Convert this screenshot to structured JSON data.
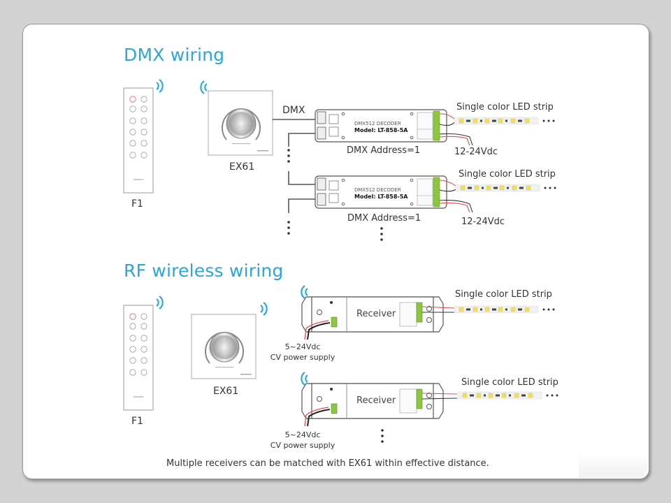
{
  "sections": {
    "dmx": {
      "title": "DMX wiring",
      "remote_label": "F1",
      "panel_label": "EX61",
      "bus_label": "DMX",
      "decoders": [
        {
          "name": "DMX512 DECODER",
          "model": "Model: LT-858-5A",
          "address": "DMX Address=1",
          "strip_label": "Single color LED strip",
          "power": "12-24Vdc"
        },
        {
          "name": "DMX512 DECODER",
          "model": "Model: LT-858-5A",
          "address": "DMX Address=1",
          "strip_label": "Single color LED strip",
          "power": "12-24Vdc"
        }
      ]
    },
    "rf": {
      "title": "RF wireless wiring",
      "remote_label": "F1",
      "panel_label": "EX61",
      "receivers": [
        {
          "name": "Receiver",
          "strip_label": "Single color LED strip",
          "power_line1": "5~24Vdc",
          "power_line2": "CV power supply"
        },
        {
          "name": "Receiver",
          "strip_label": "Single color LED strip",
          "power_line1": "5~24Vdc",
          "power_line2": "CV power supply"
        }
      ]
    }
  },
  "footnote": "Multiple receivers can be matched with EX61 within effective distance.",
  "colors": {
    "title_blue": "#2aa6dd",
    "wireless_icon": "#29a9e0",
    "terminal_green": "#8cc63f",
    "wire_red": "#e05050",
    "wire_dark": "#333333",
    "led_yellow": "#f5e04a",
    "background": "#d3d3d3"
  },
  "icons": {
    "wireless": "wireless-signal-icon",
    "continuation": "vertical-ellipsis-icon"
  }
}
